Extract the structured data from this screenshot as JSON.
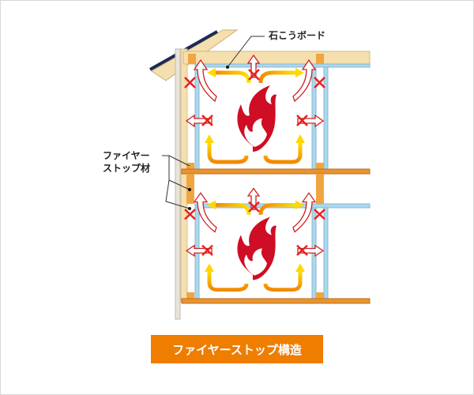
{
  "labels": {
    "gypsum_board": "石こうボード",
    "firestop_line1": "ファイヤー",
    "firestop_line2": "ストップ材"
  },
  "title": "ファイヤーストップ構造",
  "colors": {
    "wood": "#f5dfae",
    "firestop": "#f0a640",
    "board": "#a9d8f0",
    "flame": "#d0102a",
    "hot_arrow": "#f7b500",
    "blocked": "#e02020",
    "title_bg": "#ee7d00"
  }
}
